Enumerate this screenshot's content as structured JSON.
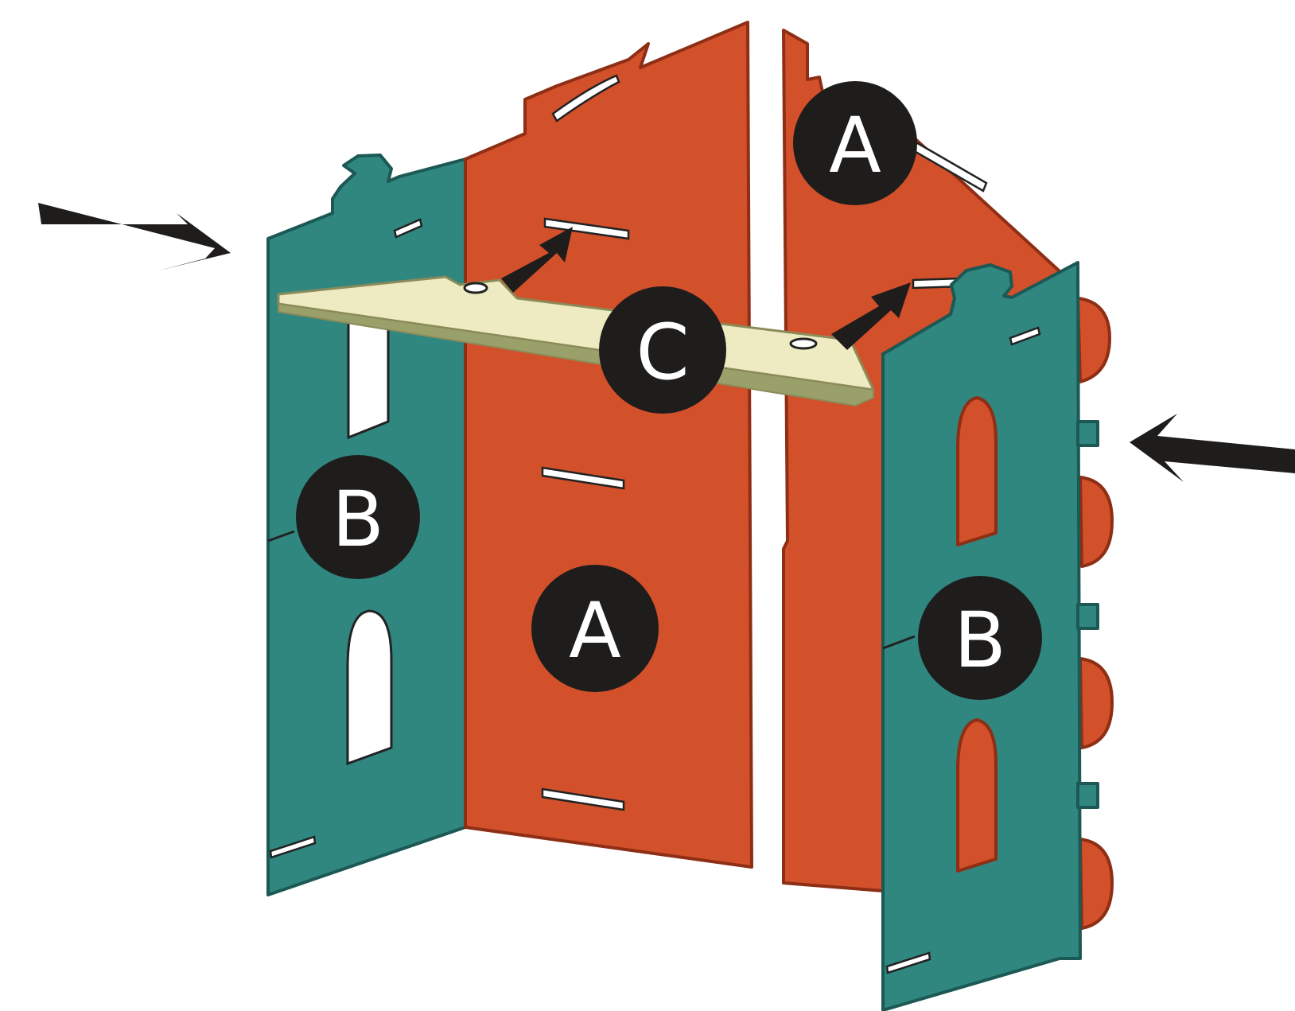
{
  "colors": {
    "panel_a": "#D2502A",
    "panel_a_edge": "#8E2E15",
    "panel_b": "#2F8780",
    "panel_b_edge": "#1C5854",
    "shelf_c": "#EEEBC2",
    "shelf_c_edge": "#8B8B5A",
    "arrow": "#1F1C1C",
    "label_bg": "#1F1C1C",
    "label_text": "#FFFFFF"
  },
  "labels": {
    "a_top": "A",
    "a_center": "A",
    "b_left": "B",
    "b_right": "B",
    "c_shelf": "C"
  },
  "icons": {
    "left_arrow": "arrow-right-icon",
    "right_arrow": "arrow-left-icon",
    "slot_arrow_left": "arrow-up-right-icon",
    "slot_arrow_right": "arrow-up-right-icon"
  }
}
